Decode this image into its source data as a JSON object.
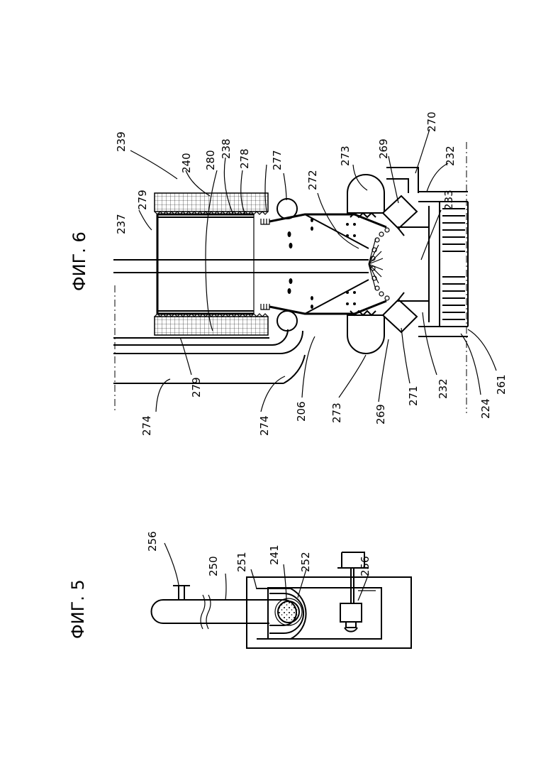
{
  "figures": {
    "fig5": {
      "title": "ФИГ. 5",
      "labels": [
        "256",
        "250",
        "251",
        "241",
        "252",
        "256"
      ]
    },
    "fig6": {
      "title": "ФИГ. 6",
      "labels": [
        "239",
        "240",
        "238",
        "278",
        "277",
        "273",
        "269",
        "270",
        "232",
        "233",
        "237",
        "279",
        "280",
        "272",
        "279",
        "274",
        "274",
        "206",
        "273",
        "269",
        "271",
        "232",
        "224",
        "261"
      ]
    }
  }
}
